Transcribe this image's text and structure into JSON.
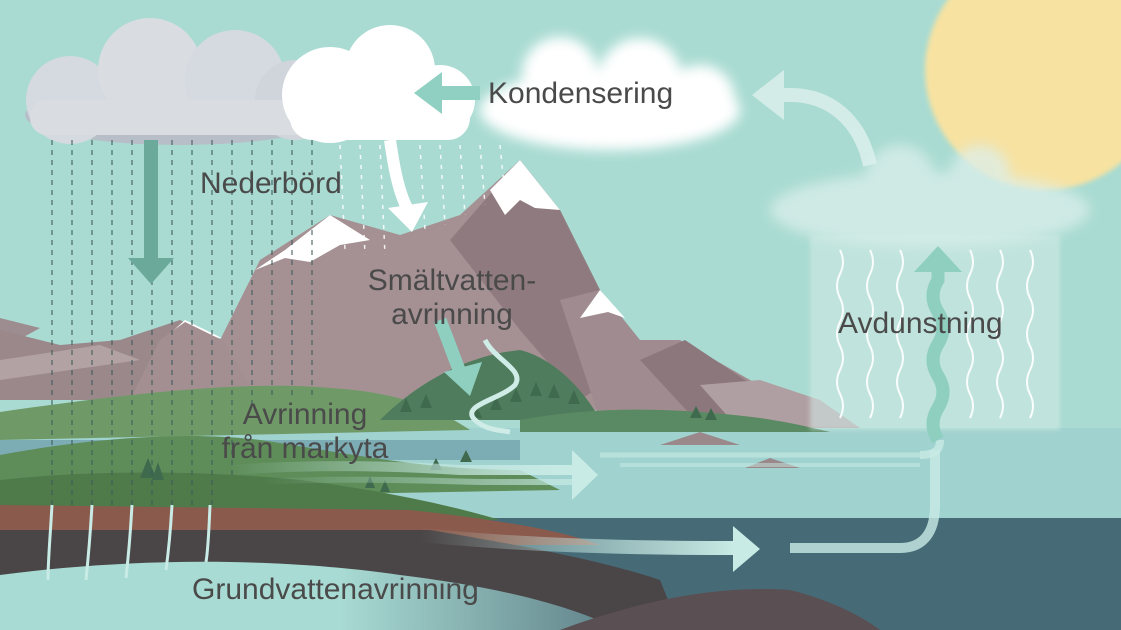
{
  "labels": {
    "condensation": "Kondensering",
    "precipitation": "Nederbörd",
    "snowmelt_line1": "Smältvatten-",
    "snowmelt_line2": "avrinning",
    "evaporation": "Avdunstning",
    "surface_runoff_line1": "Avrinning",
    "surface_runoff_line2": "från markyta",
    "groundwater": "Grundvattenavrinning"
  },
  "colors": {
    "sky": "#a9dbd2",
    "sun": "#f7e2a1",
    "rain_cloud": "#d9dde2",
    "white_cloud": "#ffffff",
    "mountain": "#a89598",
    "snow": "#ffffff",
    "hill": "#5f8c62",
    "lake": "#9fd0ce",
    "sea": "#496c78",
    "soil": "#8a5a4c",
    "bedrock": "#4a4547",
    "arrow": "#c9ebe5",
    "label_text": "#4a4a4a"
  },
  "icons": [
    "sun-icon",
    "rain-cloud-icon",
    "cloud-icon",
    "mountain-icon",
    "tree-icon",
    "arrow-icon",
    "vapor-wave-icon"
  ]
}
